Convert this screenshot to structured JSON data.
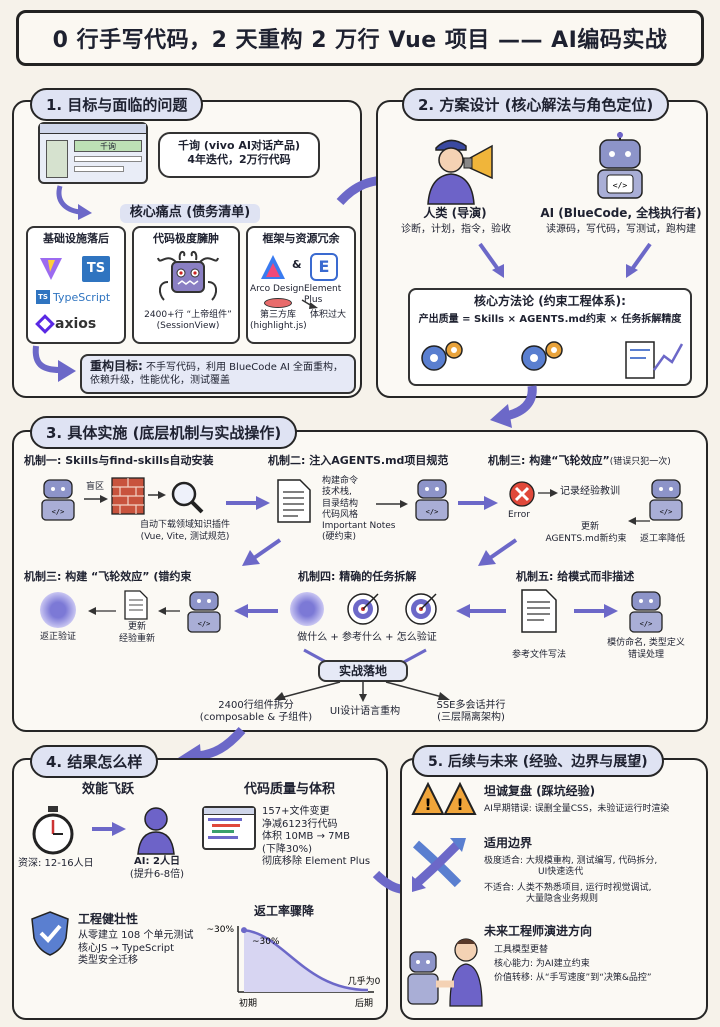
{
  "title": "0 行手写代码，2 天重构 2 万行 Vue 项目 —— AI编码实战",
  "s1": {
    "heading": "1. 目标与面临的问题",
    "product_line1": "千询 (vivo AI对话产品)",
    "product_line2": "4年迭代，2万行代码",
    "screen_label": "千询",
    "pain_title": "核心痛点 (债务清单)",
    "infra_title": "基础设施落后",
    "bloat_title": "代码极度臃肿",
    "bloat_caption": "2400+行 “上帝组件” (SessionView)",
    "redundant_title": "框架与资源冗余",
    "arco": "Arco Design",
    "amp": "&",
    "element_plus": "Element Plus",
    "third_lib": "第三方库 (highlight.js)",
    "too_big": "体积过大",
    "goal_title": "重构目标:",
    "goal_text1": "不手写代码，利用 BlueCode AI 全面重构，",
    "goal_text2": "依赖升级，性能优化，测试覆盖",
    "logo_ts": "TS",
    "logo_typescript": "TypeScript",
    "logo_axios": "axios"
  },
  "s2": {
    "heading": "2. 方案设计 (核心解法与角色定位)",
    "human_title": "人类 (导演)",
    "human_desc": "诊断，计划，指令，验收",
    "ai_title": "AI (BlueCode, 全栈执行者)",
    "ai_desc": "读源码，写代码，写测试，跑构建",
    "method_title": "核心方法论 (约束工程体系):",
    "formula": "产出质量 = Skills × AGENTS.md约束 × 任务拆解精度"
  },
  "s3": {
    "heading": "3. 具体实施 (底层机制与实战操作)",
    "m1": "机制一: Skills与find-skills自动安装",
    "m1_blind": "盲区",
    "m1_caption1": "自动下载领域知识插件",
    "m1_caption2": "(Vue, Vite, 测试规范)",
    "m2": "机制二: 注入AGENTS.md项目规范",
    "m2_list": [
      "构建命令",
      "技术栈,",
      "目录结构",
      "代码风格",
      "Important Notes",
      "(硬约束)"
    ],
    "m3a": "机制三: 构建“飞轮效应”",
    "m3a_small": "(错误只犯一次)",
    "m3a_record": "记录经验教训",
    "m3a_error": "Error",
    "m3a_update1": "更新",
    "m3a_update2": "AGENTS.md新约束",
    "m3a_rework": "返工率降低",
    "m3b": "机制三: 构建 “飞轮效应” (错约束",
    "m3b_verify": "返正验证",
    "m3b_update1": "更新",
    "m3b_update2": "经验重新",
    "m4": "机制四: 精确的任务拆解",
    "m4_caption": "做什么 + 参考什么 + 怎么验证",
    "m5": "机制五: 给模式而非描述",
    "m5_ref": "参考文件写法",
    "m5_mimic1": "模仿命名, 类型定义",
    "m5_mimic2": "错误处理",
    "practice": "实战落地",
    "p1a": "2400行组件拆分",
    "p1b": "(composable & 子组件)",
    "p2": "UI设计语言重构",
    "p3a": "SSE多会话并行",
    "p3b": "(三层隔离架构)"
  },
  "s4": {
    "heading": "4. 结果怎么样",
    "efficiency": "效能飞跃",
    "senior": "资深: 12-16人日",
    "ai_days": "AI: 2人日",
    "ai_boost": "(提升6-8倍)",
    "quality_title": "代码质量与体积",
    "q1": "157+文件变更",
    "q2": "净减6123行代码",
    "q3": "体积 10MB → 7MB",
    "q4": "(下降30%)",
    "q5": "彻底移除 Element Plus",
    "robust_title": "工程健壮性",
    "r1": "从零建立 108 个单元测试",
    "r2": "核心JS → TypeScript",
    "r3": "类型安全迁移",
    "rework_title": "返工率骤降",
    "rework_y": "~30%",
    "rework_point": "~30%",
    "rework_zero": "几乎为0",
    "rework_early": "初期",
    "rework_late": "后期"
  },
  "s5": {
    "heading": "5. 后续与未来 (经验、边界与展望)",
    "review_title": "坦诚复盘 (踩坑经验)",
    "review_text": "AI早期错误: 误删全量CSS，未验证运行时渲染",
    "bound_title": "适用边界",
    "bound_good1": "极度适合: 大规模重构, 测试编写, 代码拆分,",
    "bound_good2": "UI快速迭代",
    "bound_bad1": "不适合: 人类不熟悉项目, 运行时视觉调试,",
    "bound_bad2": "大量隐含业务规则",
    "future_title": "未来工程师演进方向",
    "f1": "工具模型更替",
    "f2": "核心能力: 为AI建立约束",
    "f3": "价值转移: 从“手写速度”到“决策&品控”"
  },
  "chart_data": {
    "type": "line",
    "title": "返工率骤降",
    "xlabel": "",
    "ylabel": "",
    "categories": [
      "初期",
      "后期"
    ],
    "series": [
      {
        "values": [
          30,
          0
        ]
      }
    ],
    "annotations": [
      "~30%",
      "几乎为0"
    ]
  },
  "colors": {
    "accent": "#7c79d6",
    "pill": "#dfe3f3",
    "bluebox": "#e6e9f6",
    "error": "#e0483a",
    "ts": "#2f74c0"
  }
}
